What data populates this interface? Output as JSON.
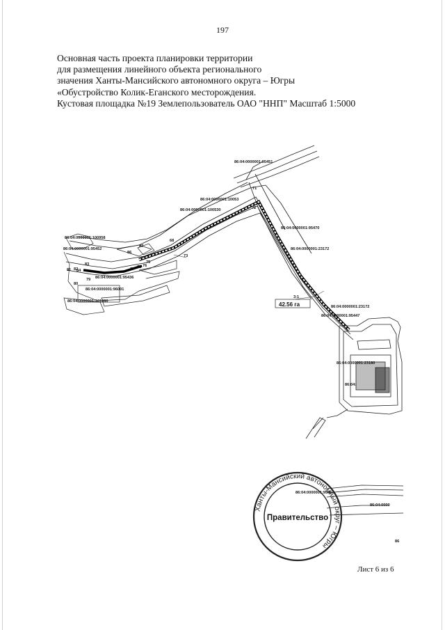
{
  "page_number": "197",
  "title_lines": [
    "Основная часть проекта планировки территории",
    "для размещения линейного объекта регионального",
    "значения Ханты-Мансийского автономного округа – Югры",
    "«Обустройство Колик-Еганского месторождения.",
    "Кустовая площадка №19 Землепользователь ОАО \"ННП\" Масштаб 1:5000"
  ],
  "map": {
    "parcels": [
      "86:04:0000001:95451",
      "86:04:0000001:10053",
      "86:04:0000001:100530",
      "86:04:0000001:100958",
      "86:04:0000001:95452",
      "86:04:0000001:95470",
      "86:04:0000001:23172",
      "86:04:0000001:95436",
      "86:04:0000001:96001",
      "86:04:0000001:101080",
      "86:04:0000001:23172",
      "86:04:0000001:95447",
      "86:04:0000001:23180",
      "86:04:"
    ],
    "points": [
      "71",
      "72",
      "68",
      "73",
      "86",
      "87",
      "83",
      "84",
      "77",
      "78",
      "76",
      "75",
      "82",
      "81",
      "80",
      "79"
    ],
    "zone_label": "3:1",
    "area": "42.56 га",
    "inset_labels": [
      "86:04:0000001:95452",
      "86:04:0000",
      "86"
    ]
  },
  "stamp": {
    "ring_text": "Ханты-Мансийский автономный округ – Югры",
    "center": "Правительство"
  },
  "sheet_label": "Лист 6 из 6"
}
